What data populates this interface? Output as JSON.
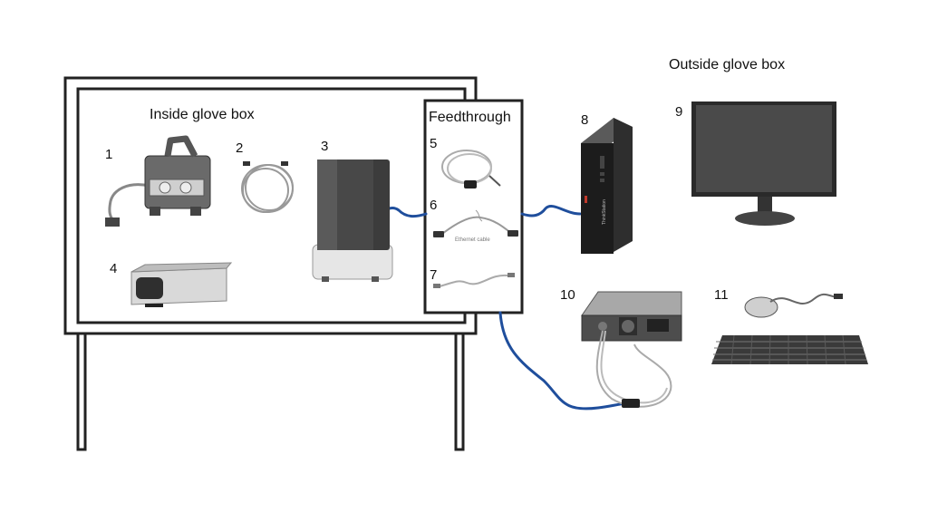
{
  "labels": {
    "inside": "Inside glove box",
    "outside": "Outside glove box",
    "feedthrough": "Feedthrough"
  },
  "items": [
    {
      "num": "1",
      "icon": "ion-pump-icon"
    },
    {
      "num": "2",
      "icon": "coiled-cable-icon"
    },
    {
      "num": "3",
      "icon": "sem-instrument-icon"
    },
    {
      "num": "4",
      "icon": "sample-loader-icon"
    },
    {
      "num": "5",
      "icon": "power-cable-icon"
    },
    {
      "num": "6",
      "icon": "ethernet-cable-icon"
    },
    {
      "num": "7",
      "icon": "usb-cable-icon"
    },
    {
      "num": "8",
      "icon": "pc-tower-icon"
    },
    {
      "num": "9",
      "icon": "monitor-icon"
    },
    {
      "num": "10",
      "icon": "power-supply-icon"
    },
    {
      "num": "11",
      "icon": "keyboard-mouse-icon"
    }
  ],
  "ethernet_label": "Ethernet cable",
  "pc_brand": "ThinkStation",
  "colors": {
    "cable": "#1f4e9c",
    "frame": "#222222"
  }
}
